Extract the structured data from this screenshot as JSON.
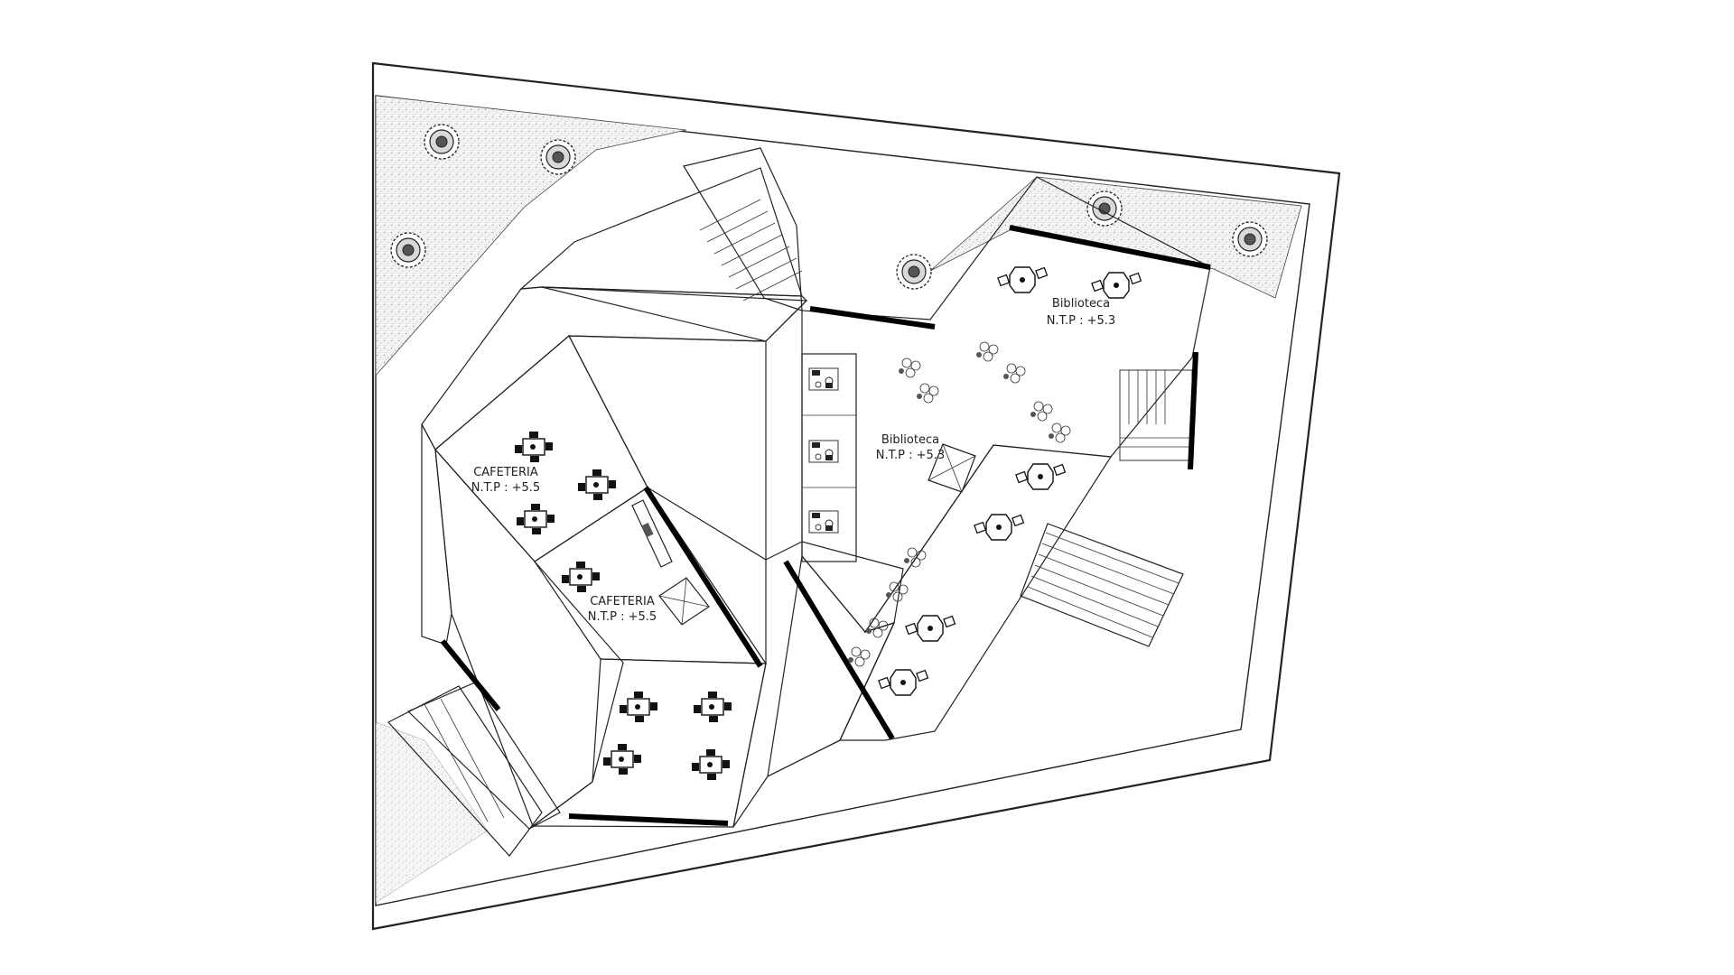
{
  "labels": {
    "cafeteria_upper_name": "CAFETERIA",
    "cafeteria_upper_level": "N.T.P : +5.5",
    "cafeteria_lower_name": "CAFETERIA",
    "cafeteria_lower_level": "N.T.P : +5.5",
    "biblioteca_upper_name": "Biblioteca",
    "biblioteca_upper_level": "N.T.P : +5.3",
    "biblioteca_main_name": "Biblioteca",
    "biblioteca_main_level": "N.T.P : +5.3"
  },
  "colors": {
    "line": "#222222",
    "wall": "#000000",
    "landscape": "#f0f0f0",
    "background": "#ffffff"
  },
  "icons": {
    "tree": "tree-icon",
    "table_set": "cafe-table-icon",
    "round_table": "round-table-icon",
    "desk": "desk-icon",
    "stairs": "stairs-icon",
    "void": "void-icon"
  }
}
